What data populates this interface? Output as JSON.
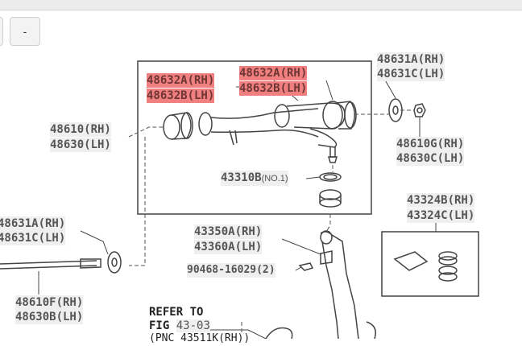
{
  "toolbar": {
    "zoom_out_label": "-"
  },
  "labels": {
    "l48632a_rh_left": "48632A(RH)",
    "l48632b_lh_left": "48632B(LH)",
    "l48632a_rh_right": "48632A(RH)",
    "l48632b_lh_right": "48632B(LH)",
    "l48631a_rh_top": "48631A(RH)",
    "l48631c_lh_top": "48631C(LH)",
    "l48610_rh": "48610(RH)",
    "l48630_lh": "48630(LH)",
    "l48610g_rh": "48610G(RH)",
    "l48630c_lh": "48630C(LH)",
    "l43310b": "43310B",
    "l43310b_suffix": "(NO.1)",
    "l43324b_rh": "43324B(RH)",
    "l43324c_lh": "43324C(LH)",
    "l48631a_rh_left": "48631A(RH)",
    "l48631c_lh_left": "48631C(LH)",
    "l43350a_rh": "43350A(RH)",
    "l43360a_lh": "43360A(LH)",
    "l90468": "90468-16029(2)",
    "l48610f_rh": "48610F(RH)",
    "l48630b_lh": "48630B(LH)",
    "refer_to": "REFER TO",
    "fig": "FIG",
    "fig_number": "43-03",
    "pnc_partial": "(PNC 43511K(RH))"
  },
  "colors": {
    "highlight": "#f08080",
    "line": "#444444",
    "label_bg": "#efefef"
  }
}
